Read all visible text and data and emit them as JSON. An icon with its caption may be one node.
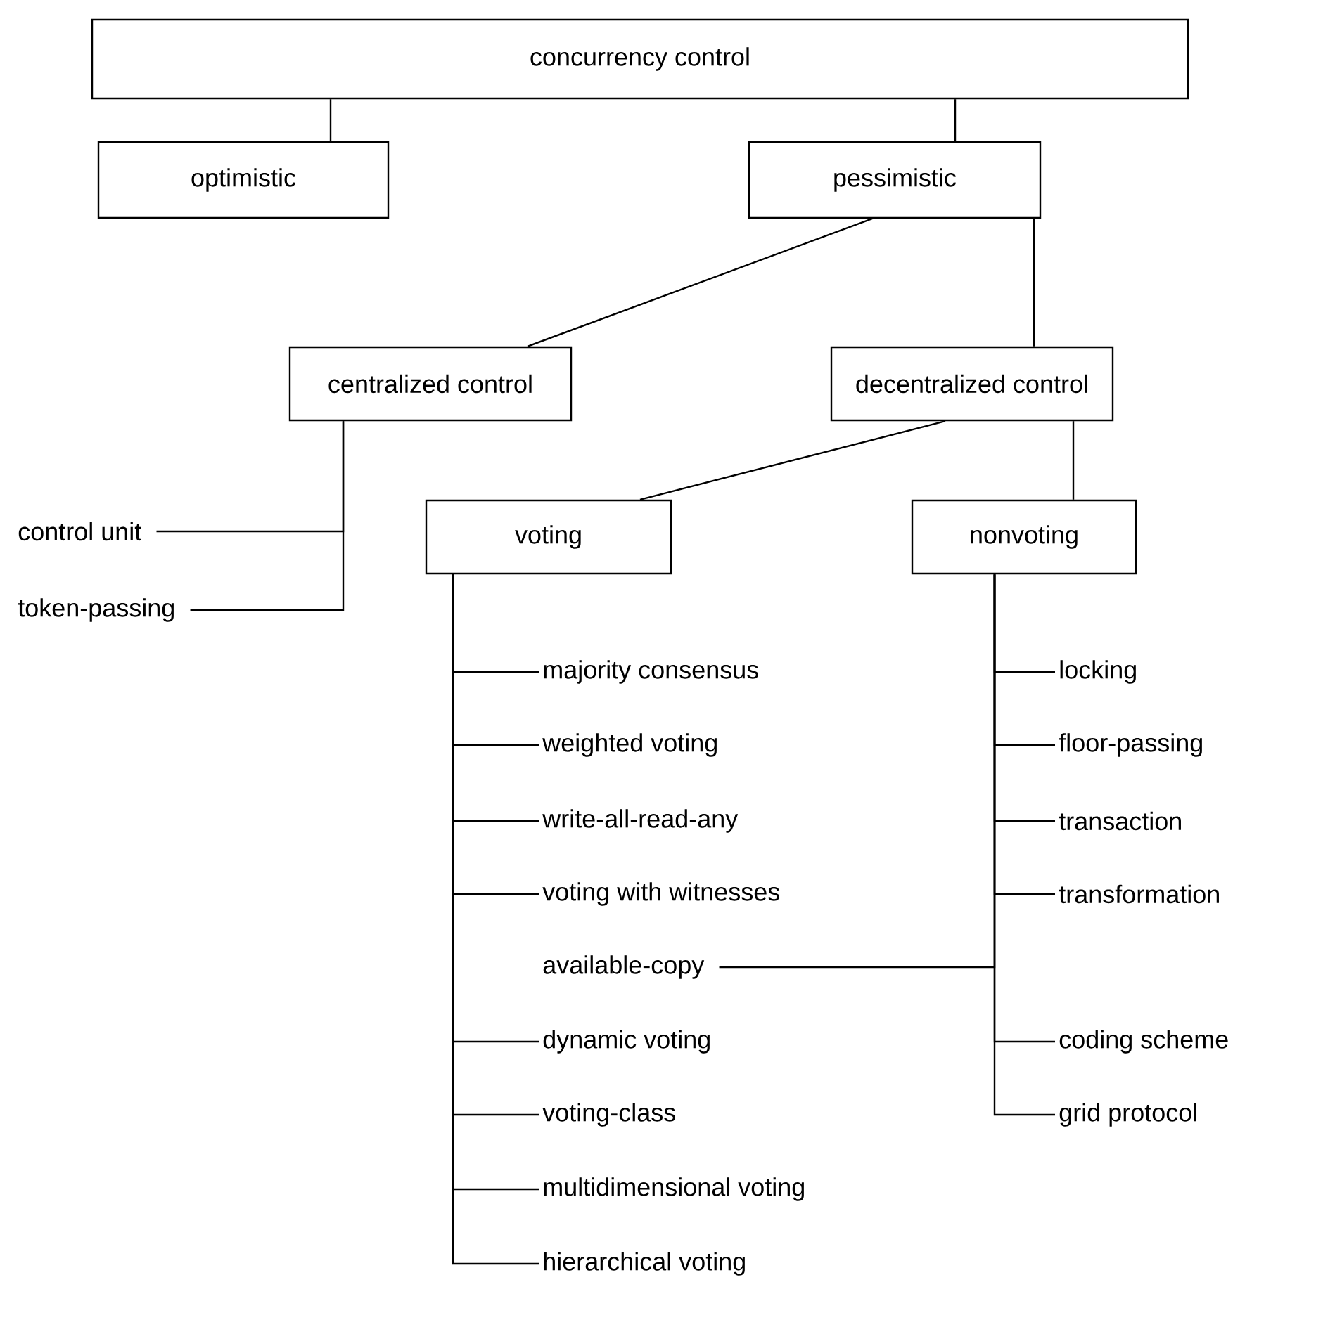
{
  "diagram": {
    "nodes": [
      {
        "text": [
          "concurrency control"
        ]
      },
      {
        "text": [
          "optimistic"
        ]
      },
      {
        "text": [
          "pessimistic"
        ]
      },
      {
        "text": [
          "centralized control"
        ]
      },
      {
        "text": [
          "decentralized control"
        ]
      },
      {
        "text": [
          "voting"
        ]
      },
      {
        "text": [
          "nonvoting"
        ]
      },
      {
        "text": [
          "control unit"
        ]
      },
      {
        "text": [
          "token-passing"
        ]
      },
      {
        "text": [
          "majority consensus"
        ]
      },
      {
        "text": [
          "weighted voting"
        ]
      },
      {
        "text": [
          "write-all-read-any"
        ]
      },
      {
        "text": [
          "voting with witnesses"
        ]
      },
      {
        "text": [
          "available-copy"
        ]
      },
      {
        "text": [
          "dynamic voting"
        ]
      },
      {
        "text": [
          "voting-class"
        ]
      },
      {
        "text": [
          "multidimensional voting"
        ]
      },
      {
        "text": [
          "hierarchical voting"
        ]
      },
      {
        "text": [
          "locking"
        ]
      },
      {
        "text": [
          "floor-passing"
        ]
      },
      {
        "text": [
          "transaction"
        ]
      },
      {
        "text": [
          "transformation"
        ]
      },
      {
        "text": [
          "coding scheme"
        ]
      },
      {
        "text": [
          "grid protocol"
        ]
      }
    ],
    "edges": [
      {
        "from": 0,
        "to": 1,
        "arrow": "none"
      },
      {
        "from": 0,
        "to": 2,
        "arrow": "none"
      },
      {
        "from": 2,
        "to": 3,
        "arrow": "none"
      },
      {
        "from": 2,
        "to": 4,
        "arrow": "none"
      },
      {
        "from": 3,
        "to": 7,
        "arrow": "none"
      },
      {
        "from": 3,
        "to": 8,
        "arrow": "none"
      },
      {
        "from": 4,
        "to": 5,
        "arrow": "none"
      },
      {
        "from": 4,
        "to": 6,
        "arrow": "none"
      },
      {
        "from": 5,
        "to": 9,
        "arrow": "none"
      },
      {
        "from": 5,
        "to": 10,
        "arrow": "none"
      },
      {
        "from": 5,
        "to": 11,
        "arrow": "none"
      },
      {
        "from": 5,
        "to": 12,
        "arrow": "none"
      },
      {
        "from": 5,
        "to": 14,
        "arrow": "none"
      },
      {
        "from": 5,
        "to": 15,
        "arrow": "none"
      },
      {
        "from": 5,
        "to": 16,
        "arrow": "none"
      },
      {
        "from": 5,
        "to": 17,
        "arrow": "none"
      },
      {
        "from": 6,
        "to": 18,
        "arrow": "none"
      },
      {
        "from": 6,
        "to": 19,
        "arrow": "none"
      },
      {
        "from": 6,
        "to": 20,
        "arrow": "none"
      },
      {
        "from": 6,
        "to": 21,
        "arrow": "none"
      },
      {
        "from": 6,
        "to": 13,
        "arrow": "none"
      },
      {
        "from": 6,
        "to": 22,
        "arrow": "none"
      },
      {
        "from": 6,
        "to": 23,
        "arrow": "none"
      }
    ]
  }
}
